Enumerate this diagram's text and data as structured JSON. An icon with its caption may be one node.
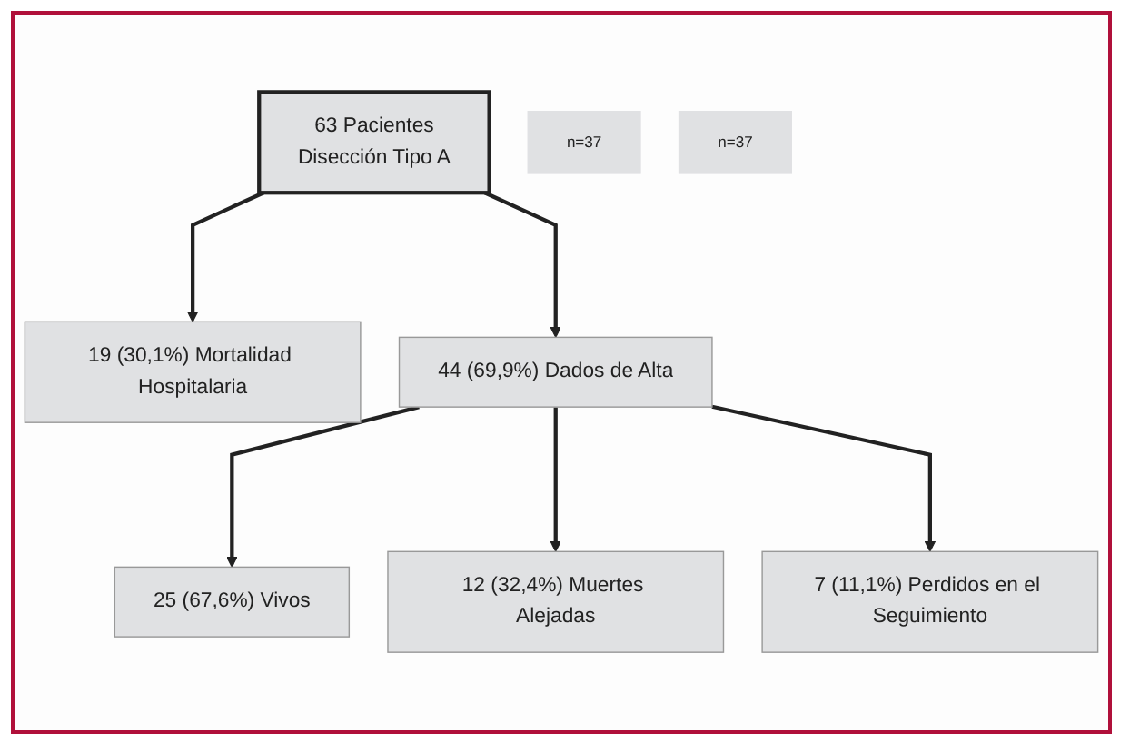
{
  "diagram": {
    "nodes": [
      {
        "text": [
          "63 Pacientes",
          "Disección Tipo A"
        ]
      },
      {
        "text": [
          "19 (30,1%) Mortalidad Hospitalaria"
        ]
      },
      {
        "text": [
          "44 (69,9%) Dados de Alta"
        ]
      },
      {
        "text": [
          "25 (67,6%) Vivos"
        ]
      },
      {
        "text": [
          "n=37"
        ]
      },
      {
        "text": [
          "12 (32,4%) Muertes Alejadas"
        ]
      },
      {
        "text": [
          "n=37"
        ]
      },
      {
        "text": [
          "7 (11,1%) Perdidos en el Seguimiento"
        ]
      }
    ],
    "edges": [
      {
        "from": 0,
        "to": 1,
        "arrow": "to"
      },
      {
        "from": 0,
        "to": 2,
        "arrow": "to"
      },
      {
        "from": 2,
        "to": 3,
        "arrow": "to"
      },
      {
        "from": 2,
        "to": 5,
        "arrow": "to"
      },
      {
        "from": 2,
        "to": 7,
        "arrow": "to"
      }
    ]
  }
}
